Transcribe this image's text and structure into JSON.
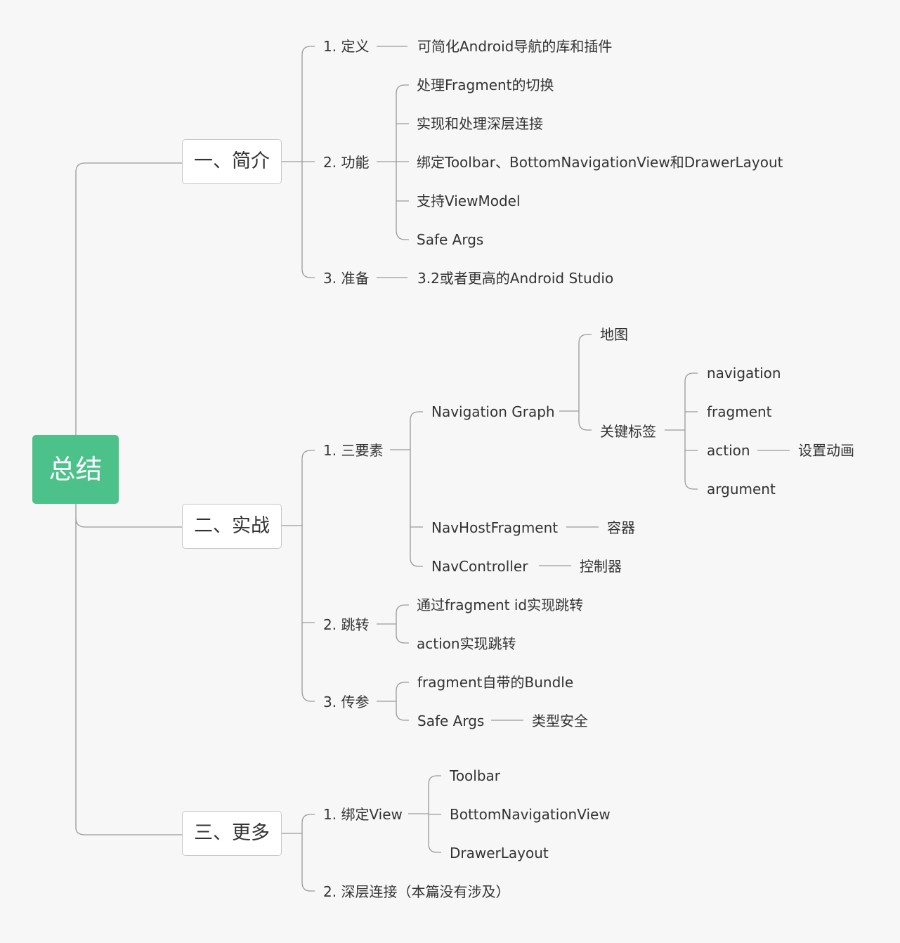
{
  "mindmap": {
    "root": "总结",
    "sections": [
      {
        "label": "一、简介",
        "children": [
          {
            "label": "1. 定义",
            "children": [
              {
                "label": "可简化Android导航的库和插件"
              }
            ]
          },
          {
            "label": "2. 功能",
            "children": [
              {
                "label": "处理Fragment的切换"
              },
              {
                "label": "实现和处理深层连接"
              },
              {
                "label": "绑定Toolbar、BottomNavigationView和DrawerLayout"
              },
              {
                "label": "支持ViewModel"
              },
              {
                "label": "Safe Args"
              }
            ]
          },
          {
            "label": "3. 准备",
            "children": [
              {
                "label": "3.2或者更高的Android Studio"
              }
            ]
          }
        ]
      },
      {
        "label": "二、实战",
        "children": [
          {
            "label": "1. 三要素",
            "children": [
              {
                "label": "Navigation Graph",
                "children": [
                  {
                    "label": "地图"
                  },
                  {
                    "label": "关键标签",
                    "children": [
                      {
                        "label": "navigation"
                      },
                      {
                        "label": "fragment"
                      },
                      {
                        "label": "action",
                        "children": [
                          {
                            "label": "设置动画"
                          }
                        ]
                      },
                      {
                        "label": "argument"
                      }
                    ]
                  }
                ]
              },
              {
                "label": "NavHostFragment",
                "children": [
                  {
                    "label": "容器"
                  }
                ]
              },
              {
                "label": "NavController",
                "children": [
                  {
                    "label": "控制器"
                  }
                ]
              }
            ]
          },
          {
            "label": "2. 跳转",
            "children": [
              {
                "label": "通过fragment id实现跳转"
              },
              {
                "label": "action实现跳转"
              }
            ]
          },
          {
            "label": "3. 传参",
            "children": [
              {
                "label": "fragment自带的Bundle"
              },
              {
                "label": "Safe Args",
                "children": [
                  {
                    "label": "类型安全"
                  }
                ]
              }
            ]
          }
        ]
      },
      {
        "label": "三、更多",
        "children": [
          {
            "label": "1. 绑定View",
            "children": [
              {
                "label": "Toolbar"
              },
              {
                "label": "BottomNavigationView"
              },
              {
                "label": "DrawerLayout"
              }
            ]
          },
          {
            "label": "2. 深层连接（本篇没有涉及）"
          }
        ]
      }
    ]
  }
}
